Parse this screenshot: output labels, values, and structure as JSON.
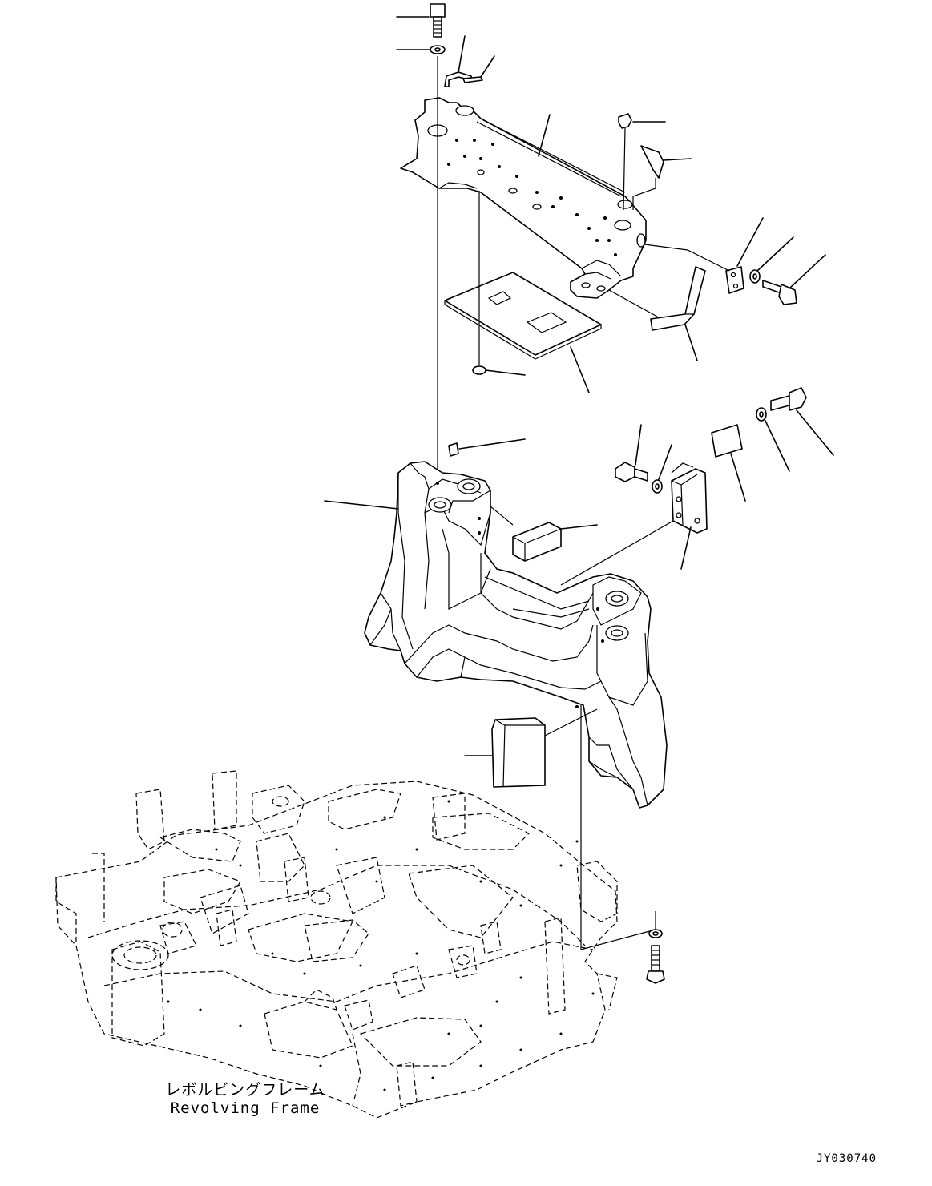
{
  "diagram": {
    "frame_label_jp": "レボルビングフレーム",
    "frame_label_en": "Revolving Frame",
    "drawing_code": "JY030740"
  }
}
